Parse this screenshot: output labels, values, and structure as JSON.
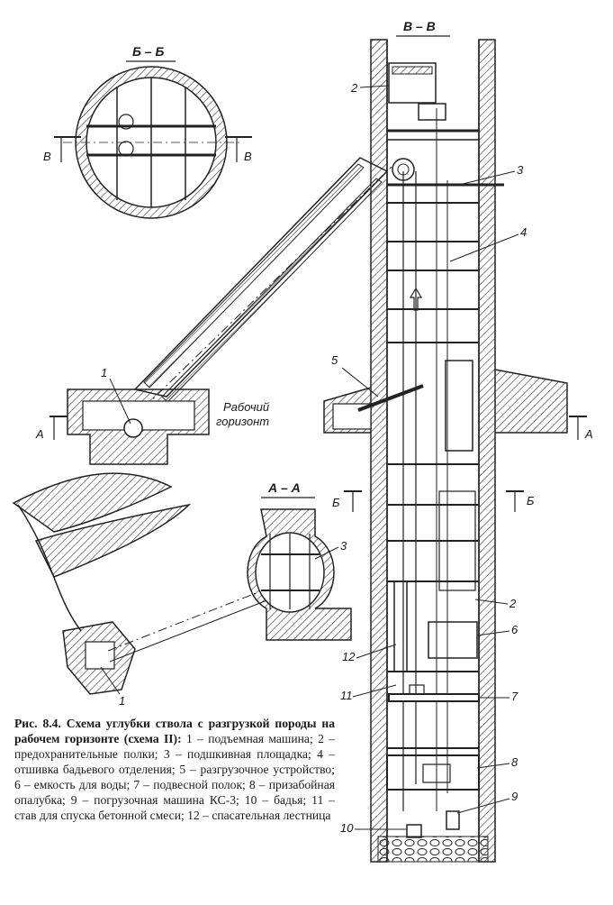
{
  "figure": {
    "sections": {
      "vv": "В – В",
      "bb": "Б – Б",
      "aa": "А – А"
    },
    "cut_marks": {
      "v": "В",
      "b": "Б",
      "a": "А"
    },
    "zone_label": {
      "line1": "Рабочий",
      "line2": "горизонт"
    },
    "callouts": [
      "1",
      "2",
      "3",
      "4",
      "5",
      "6",
      "7",
      "8",
      "9",
      "10",
      "11",
      "12"
    ]
  },
  "caption": {
    "title": "Рис. 8.4. Схема углубки ствола с разгрузкой породы на рабочем горизонте (схема II):",
    "body": "1 – подъемная машина; 2 – предохранительные полки; 3 – подшкивная площадка; 4 – отшивка бадьевого отделения; 5 – разгрузочное устройство; 6 – емкость для воды; 7 – подвесной полок; 8 – призабойная опалубка; 9 – погрузочная машина КС-3; 10 – бадья; 11 – став для спуска бетонной смеси; 12 – спасательная лестница"
  }
}
